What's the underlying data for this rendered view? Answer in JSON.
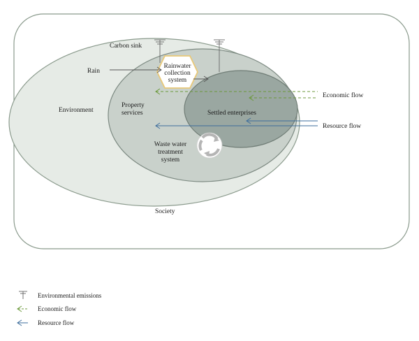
{
  "labels": {
    "society": "Society",
    "environment": "Environment",
    "carbon_sink": "Carbon sink",
    "rain": "Rain",
    "rainwater_l1": "Rainwater",
    "rainwater_l2": "collection",
    "rainwater_l3": "system",
    "property_l1": "Property",
    "property_l2": "services",
    "settled": "Settled enterprises",
    "waste_l1": "Waste water",
    "waste_l2": "treatment",
    "waste_l3": "system",
    "economic_flow": "Economic flow",
    "resource_flow": "Resource flow"
  },
  "legend": {
    "emissions": "Environmental emissions",
    "economic": "Economic flow",
    "resource": "Resource flow"
  },
  "colors": {
    "society_border": "#8a9a8c",
    "environment_fill": "#e6ebe6",
    "property_fill": "#c9d1cb",
    "settled_fill": "#9aa7a1",
    "economic_arrow": "#6c9a3c",
    "resource_arrow": "#3e6e9c",
    "hexagon_border": "#e8c878"
  }
}
